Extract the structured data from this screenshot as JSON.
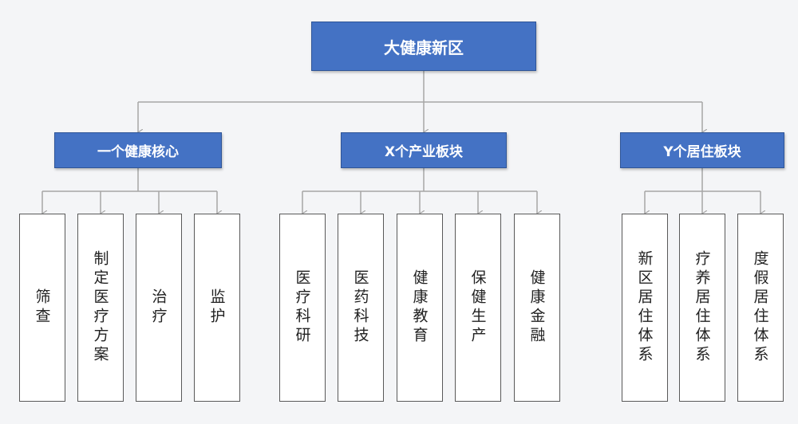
{
  "root": {
    "label": "大健康新区"
  },
  "groups": [
    {
      "label": "一个健康核心",
      "items": [
        "筛查",
        "制定医疗方案",
        "治疗",
        "监护"
      ]
    },
    {
      "label": "X个产业板块",
      "items": [
        "医疗科研",
        "医药科技",
        "健康教育",
        "保健生产",
        "健康金融"
      ]
    },
    {
      "label": "Y个居住板块",
      "items": [
        "新区居住体系",
        "疗养居住体系",
        "度假居住体系"
      ]
    }
  ],
  "colors": {
    "box_fill": "#4472c4",
    "box_border": "#2f5597",
    "connector": "#a6a6a6",
    "leaf_border": "#595959"
  }
}
